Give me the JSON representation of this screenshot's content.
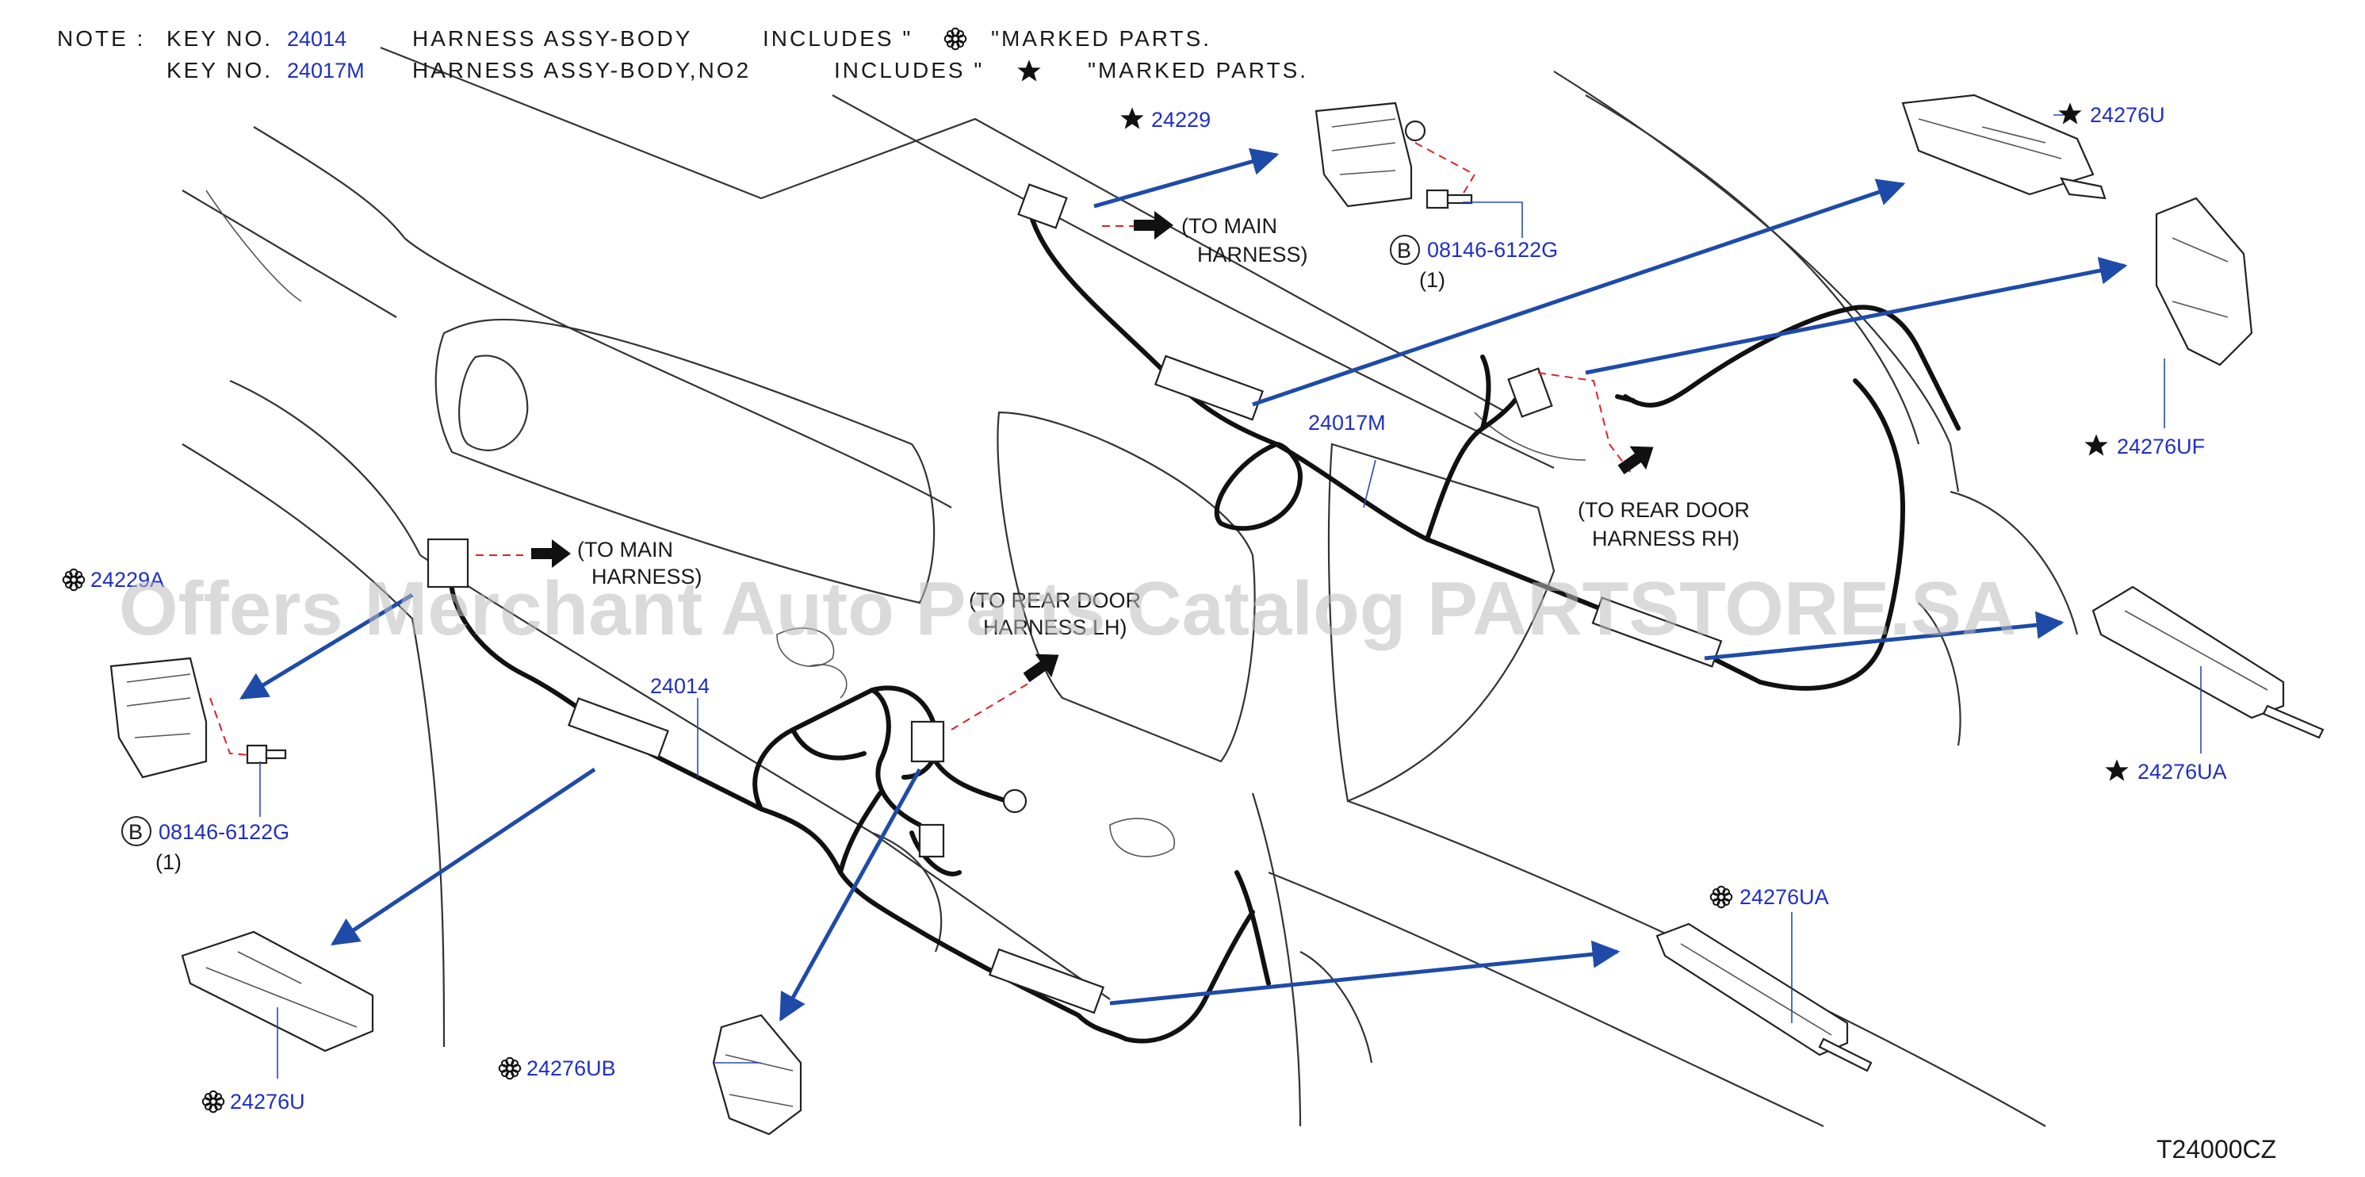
{
  "note": {
    "label": "NOTE  :",
    "line1": {
      "key": "KEY   NO.",
      "number": "24014",
      "name": "HARNESS   ASSY-BODY",
      "includes": "INCLUDES  \"",
      "marked": "\"MARKED   PARTS."
    },
    "line2": {
      "key": "KEY   NO.",
      "number": "24017M",
      "name": "HARNESS   ASSY-BODY,NO2",
      "includes": "INCLUDES  \"",
      "marked": "\"MARKED   PARTS."
    }
  },
  "labels": {
    "to_main_1": "(TO   MAIN",
    "to_main_1b": "HARNESS)",
    "to_main_2": "(TO   MAIN",
    "to_main_2b": "HARNESS)",
    "to_rear_rh": "(TO   REAR   DOOR",
    "to_rear_rh_b": "HARNESS   RH)",
    "to_rear_lh": "(TO   REAR DOOR",
    "to_rear_lh_b": "HARNESS LH)"
  },
  "parts": {
    "p24229": "24229",
    "p24276U_top": "24276U",
    "p24276UF": "24276UF",
    "p24276UA_right": "24276UA",
    "p24276UA_bottom": "24276UA",
    "p24017M": "24017M",
    "p24014": "24014",
    "p24229A": "24229A",
    "p24276U_bottom": "24276U",
    "p24276UB": "24276UB",
    "bolt_top": "08146-6122G",
    "bolt_top_qty": "(1)",
    "bolt_left": "08146-6122G",
    "bolt_left_qty": "(1)",
    "bolt_badge": "B"
  },
  "diagram_code": "T24000CZ",
  "watermark": "Offers Merchant Auto Parts Catalog PARTSTORE.SA",
  "colors": {
    "part_number": "#1f2fc4",
    "arrow": "#1e4ba8",
    "dash": "#d22222",
    "text": "#1a1a1a"
  },
  "icons": {
    "star_mark": "black-star-icon",
    "flower_mark": "asterisk-flower-icon"
  }
}
